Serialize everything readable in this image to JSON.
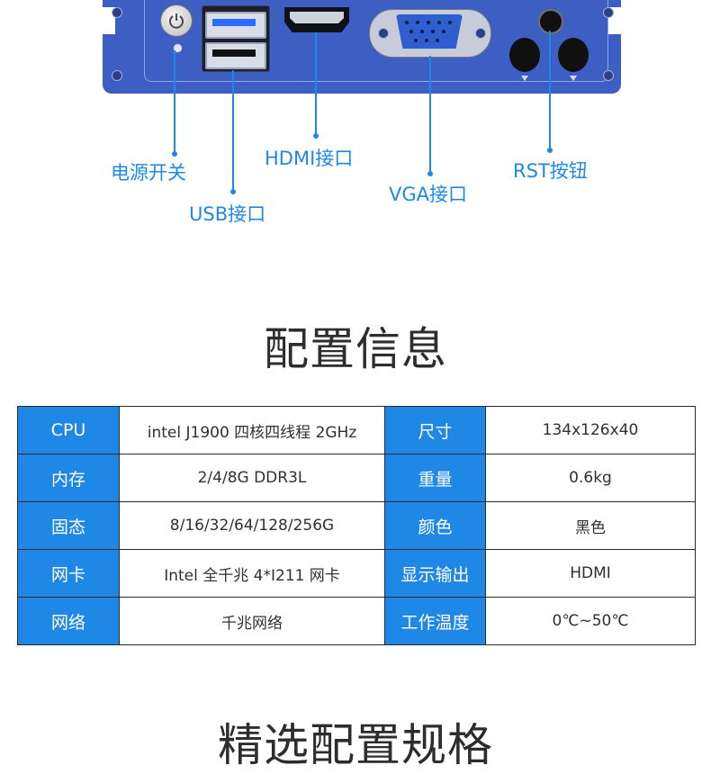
{
  "callouts": {
    "power": "电源开关",
    "usb": "USB接口",
    "hdmi": "HDMI接口",
    "vga": "VGA接口",
    "rst": "RST按钮"
  },
  "config_title": "配置信息",
  "spec_rows": [
    {
      "k1": "CPU",
      "v1": "intel J1900 四核四线程 2GHz",
      "k2": "尺寸",
      "v2": "134x126x40"
    },
    {
      "k1": "内存",
      "v1": "2/4/8G DDR3L",
      "k2": "重量",
      "v2": "0.6kg"
    },
    {
      "k1": "固态",
      "v1": "8/16/32/64/128/256G",
      "k2": "颜色",
      "v2": "黑色"
    },
    {
      "k1": "网卡",
      "v1": "Intel 全千兆 4*I211 网卡",
      "k2": "显示输出",
      "v2": "HDMI"
    },
    {
      "k1": "网络",
      "v1": "千兆网络",
      "k2": "工作温度",
      "v2": "0℃~50℃"
    }
  ],
  "select_title": "精选配置规格",
  "colors": {
    "accent": "#1f88e6",
    "device": "#3d5ec2"
  }
}
